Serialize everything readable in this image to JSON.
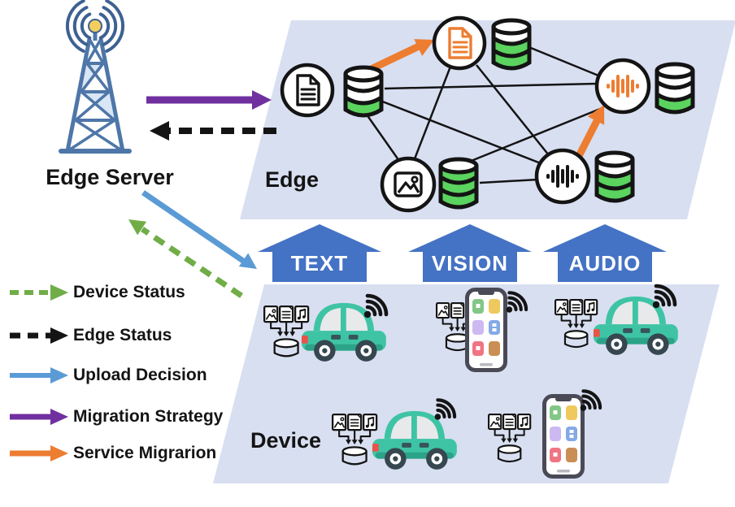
{
  "header": {
    "edge_server_label": "Edge Server"
  },
  "layers": {
    "edge_label": "Edge",
    "device_label": "Device"
  },
  "modality_arrows": [
    {
      "label": "TEXT"
    },
    {
      "label": "VISION"
    },
    {
      "label": "AUDIO"
    }
  ],
  "legend": [
    {
      "label": "Device Status",
      "color": "#70AD47",
      "style": "dashed"
    },
    {
      "label": "Edge Status",
      "color": "#141414",
      "style": "dashed"
    },
    {
      "label": "Upload Decision",
      "color": "#5B9BD5",
      "style": "solid"
    },
    {
      "label": "Migration Strategy",
      "color": "#7030A0",
      "style": "solid"
    },
    {
      "label": "Service Migrarion",
      "color": "#ED7D31",
      "style": "solid"
    }
  ],
  "edge_network": {
    "services": [
      {
        "id": "text-1",
        "type": "text-service",
        "state": "normal",
        "db_green_bands": 1
      },
      {
        "id": "text-2",
        "type": "text-service",
        "state": "migrated",
        "db_green_bands": 2
      },
      {
        "id": "vision-1",
        "type": "vision-service",
        "state": "normal",
        "db_green_bands": 3
      },
      {
        "id": "audio-1",
        "type": "audio-service",
        "state": "migrated",
        "db_green_bands": 1
      },
      {
        "id": "audio-2",
        "type": "audio-service",
        "state": "normal",
        "db_green_bands": 2
      }
    ],
    "migration_arrows": [
      {
        "from": "text-1-db",
        "to": "text-2"
      },
      {
        "from": "audio-2",
        "to": "audio-1"
      }
    ]
  },
  "devices": [
    {
      "kind": "car"
    },
    {
      "kind": "smartphone"
    },
    {
      "kind": "car"
    },
    {
      "kind": "car"
    },
    {
      "kind": "smartphone"
    }
  ],
  "colors": {
    "panel": "#D8DFF1",
    "blockblue": "#4472C4",
    "green": "#70AD47",
    "black": "#141414",
    "blue": "#5B9BD5",
    "purple": "#7030A0",
    "orange": "#ED7D31",
    "dbgreen": "#5BD35F",
    "teal": "#3EC4A4",
    "tealdark": "#2CA388",
    "tower": "#4E76A8",
    "yellow": "#F2CE5E"
  }
}
